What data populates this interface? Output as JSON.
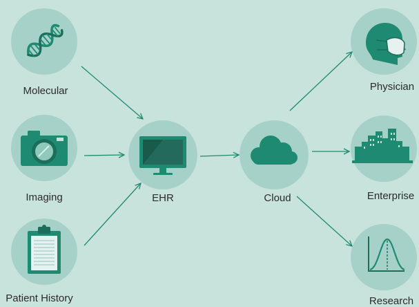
{
  "nodes": {
    "molecular": {
      "label": "Molecular",
      "icon": "dna-icon"
    },
    "imaging": {
      "label": "Imaging",
      "icon": "camera-icon"
    },
    "patient_history": {
      "label": "Patient History",
      "icon": "clipboard-icon"
    },
    "ehr": {
      "label": "EHR",
      "icon": "monitor-icon"
    },
    "cloud": {
      "label": "Cloud",
      "icon": "cloud-icon"
    },
    "physician": {
      "label": "Physician",
      "icon": "masked-head-icon"
    },
    "enterprise": {
      "label": "Enterprise",
      "icon": "city-skyline-icon"
    },
    "research": {
      "label": "Research",
      "icon": "bell-curve-icon"
    }
  },
  "colors": {
    "background": "#c8e2dc",
    "circle": "#a6d1c8",
    "icon": "#1f8a72",
    "icon_dark": "#1a6e5b",
    "arrow": "#1e8a70"
  }
}
